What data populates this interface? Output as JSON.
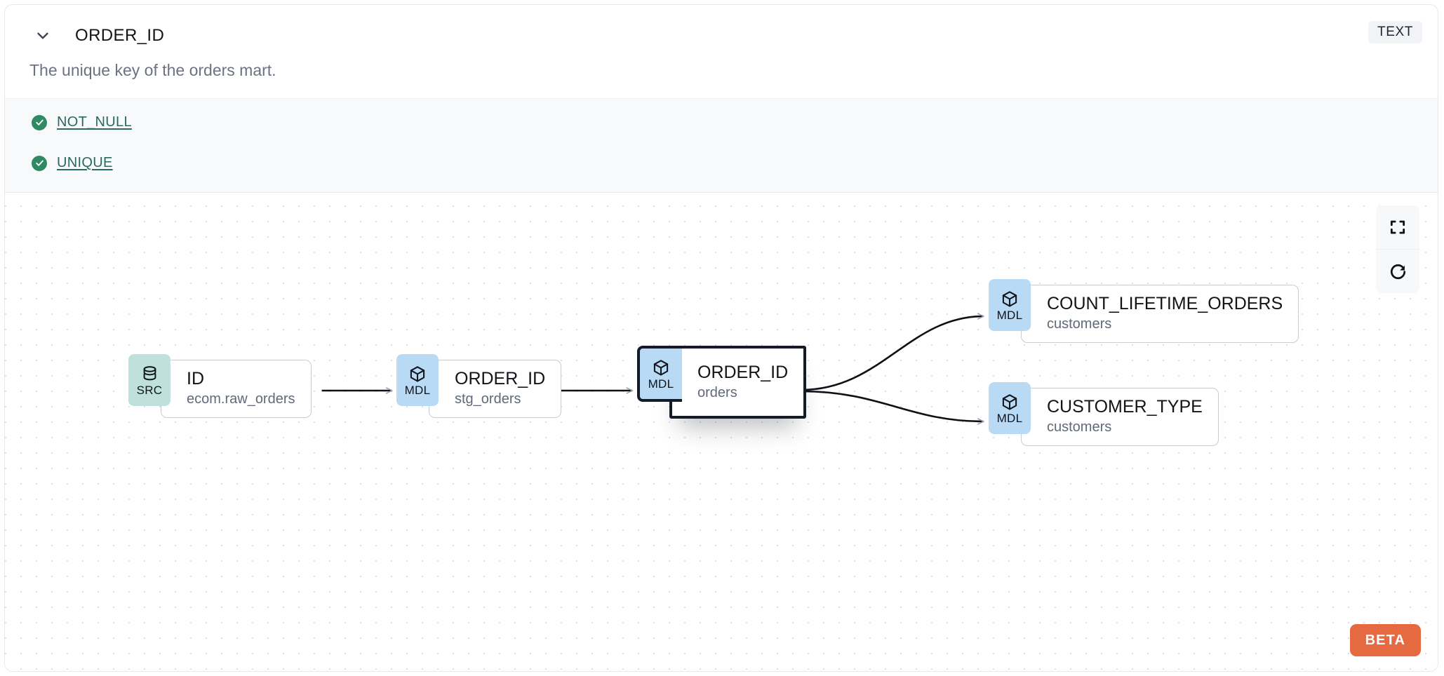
{
  "header": {
    "collapse_icon": "chevron-down-icon",
    "title": "ORDER_ID",
    "type_badge": "TEXT",
    "description": "The unique key of the orders mart."
  },
  "tests": {
    "items": [
      {
        "status_icon": "check-circle-icon",
        "label": "NOT_NULL",
        "status": "pass"
      },
      {
        "status_icon": "check-circle-icon",
        "label": "UNIQUE",
        "status": "pass"
      }
    ]
  },
  "lineage": {
    "controls": [
      {
        "name": "fit-view-button",
        "icon": "fullscreen-icon"
      },
      {
        "name": "reset-button",
        "icon": "refresh-icon"
      }
    ],
    "beta_badge": "BETA",
    "nodes": [
      {
        "id": "src",
        "kind": "SRC",
        "kind_icon": "database-icon",
        "name": "ID",
        "model": "ecom.raw_orders",
        "selected": false
      },
      {
        "id": "stg",
        "kind": "MDL",
        "kind_icon": "cube-icon",
        "name": "ORDER_ID",
        "model": "stg_orders",
        "selected": false
      },
      {
        "id": "orders",
        "kind": "MDL",
        "kind_icon": "cube-icon",
        "name": "ORDER_ID",
        "model": "orders",
        "selected": true
      },
      {
        "id": "count_lifetime_orders",
        "kind": "MDL",
        "kind_icon": "cube-icon",
        "name": "COUNT_LIFETIME_ORDERS",
        "model": "customers",
        "selected": false
      },
      {
        "id": "customer_type",
        "kind": "MDL",
        "kind_icon": "cube-icon",
        "name": "CUSTOMER_TYPE",
        "model": "customers",
        "selected": false
      }
    ],
    "edges": [
      {
        "from": "src",
        "to": "stg"
      },
      {
        "from": "stg",
        "to": "orders"
      },
      {
        "from": "orders",
        "to": "count_lifetime_orders"
      },
      {
        "from": "orders",
        "to": "customer_type"
      }
    ]
  },
  "colors": {
    "src_badge_bg": "#bfe0dd",
    "mdl_badge_bg": "#b8daf5",
    "test_pass": "#2f8a63",
    "test_link": "#276a62",
    "beta_bg": "#e56a42",
    "selected_border": "#141a26"
  }
}
